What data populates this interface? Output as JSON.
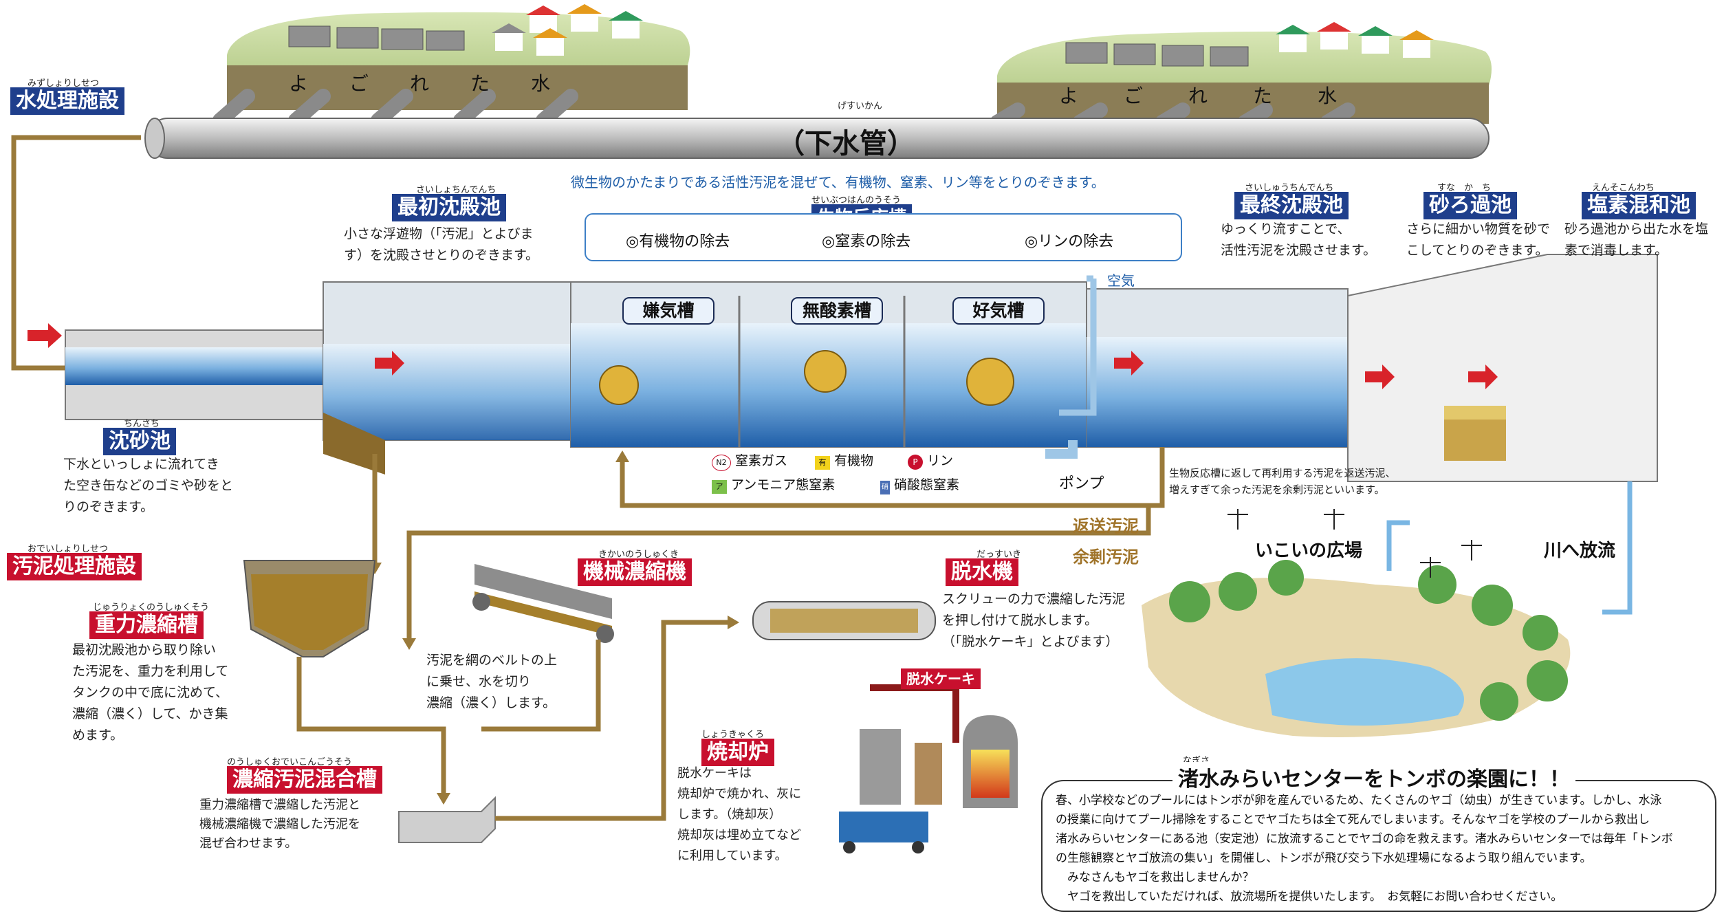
{
  "sewer": {
    "title": "（下水管）",
    "ruby": "げすいかん",
    "dirty_water": [
      "よ",
      "ご",
      "れ",
      "た",
      "水"
    ]
  },
  "facility_water": {
    "label": "水処理施設",
    "ruby": "みずしょりしせつ"
  },
  "facility_sludge": {
    "label": "汚泥処理施設",
    "ruby": "おでいしょりしせつ"
  },
  "grit": {
    "label": "沈砂池",
    "ruby": "ちんさち",
    "desc": "下水といっしょに流れてき\nた空き缶などのゴミや砂をと\nりのぞきます。"
  },
  "primary": {
    "label": "最初沈殿池",
    "ruby": "さいしょちんでんち",
    "desc": "小さな浮遊物（「汚泥」とよびま\nす）を沈殿させとりのぞきます。"
  },
  "bioreactor": {
    "label": "生物反応槽",
    "ruby": "せいぶつはんのうそう",
    "intro": "微生物のかたまりである活性汚泥を混ぜて、有機物、窒素、リン等をとりのぞきます。",
    "removals": [
      "◎有機物の除去",
      "◎窒素の除去",
      "◎リンの除去"
    ],
    "tanks": [
      "嫌気槽",
      "無酸素槽",
      "好気槽"
    ],
    "air": "空気",
    "pump": "ポンプ",
    "legend": [
      {
        "symbol": "N2",
        "text": "窒素ガス"
      },
      {
        "symbol": "有",
        "text": "有機物"
      },
      {
        "symbol": "P",
        "text": "リン"
      },
      {
        "symbol": "ア",
        "text": "アンモニア態窒素"
      },
      {
        "symbol": "硝",
        "text": "硝酸態窒素"
      }
    ]
  },
  "final": {
    "label": "最終沈殿池",
    "ruby": "さいしゅうちんでんち",
    "desc": "ゆっくり流すことで、\n活性汚泥を沈殿させます。",
    "return_desc": "生物反応槽に返して再利用する汚泥を返送汚泥、\n増えすぎて余った汚泥を余剰汚泥といいます。"
  },
  "sand": {
    "label": "砂ろ過池",
    "ruby": "すな　か　ち",
    "desc": "さらに細かい物質を砂で\nこしてとりのぞきます。"
  },
  "chlorine": {
    "label": "塩素混和池",
    "ruby": "えんそこんわち",
    "desc": "砂ろ過池から出た水を塩\n素で消毒します。"
  },
  "return_sludge": "返送汚泥",
  "excess_sludge": "余剰汚泥",
  "plaza": "いこいの広場",
  "river": "川へ放流",
  "gravity": {
    "label": "重力濃縮槽",
    "ruby": "じゅうりょくのうしゅくそう",
    "desc": "最初沈殿池から取り除い\nた汚泥を、重力を利用して\nタンクの中で底に沈めて、\n濃縮（濃く）して、かき集\nめます。"
  },
  "mech": {
    "label": "機械濃縮機",
    "ruby": "きかいのうしゅくき",
    "desc": "汚泥を網のベルトの上\nに乗せ、水を切り\n濃縮（濃く）します。"
  },
  "dewater": {
    "label": "脱水機",
    "ruby": "だっすいき",
    "desc": "スクリューの力で濃縮した汚泥\nを押し付けて脱水します。\n（「脱水ケーキ」とよびます）"
  },
  "cake": "脱水ケーキ",
  "mix": {
    "label": "濃縮汚泥混合槽",
    "ruby": "のうしゅくおでいこんごうそう",
    "desc": "重力濃縮槽で濃縮した汚泥と\n機械濃縮機で濃縮した汚泥を\n混ぜ合わせます。"
  },
  "incinerator": {
    "label": "焼却炉",
    "ruby": "しょうきゃくろ",
    "desc": "脱水ケーキは\n焼却炉で焼かれ、灰に\nします。（焼却灰）\n焼却灰は埋め立てなど\nに利用しています。"
  },
  "dragonfly": {
    "title": "渚水みらいセンターをトンボの楽園に！！",
    "ruby": "なぎさ",
    "lines": [
      "春、小学校などのプールにはトンボが卵を産んでいるため、たくさんのヤゴ（幼虫）が生きています。しかし、水泳",
      "の授業に向けてプール掃除をすることでヤゴたちは全て死んでしまいます。そんなヤゴを学校のプールから救出し",
      "渚水みらいセンターにある池（安定池）に放流することでヤゴの命を救えます。渚水みらいセンターでは毎年「トンボ",
      "の生態観察とヤゴ放流の集い」を開催し、トンボが飛び交う下水処理場になるよう取り組んでいます。",
      "　みなさんもヤゴを救出しませんか？",
      "　ヤゴを救出していただければ、放流場所を提供いたします。　お気軽にお問い合わせください。"
    ]
  },
  "colors": {
    "blue_tag": "#1f3f8c",
    "red_tag": "#c8102e",
    "pipe_brown": "#9a7a3a",
    "water_blue": "#3d7fc6"
  }
}
